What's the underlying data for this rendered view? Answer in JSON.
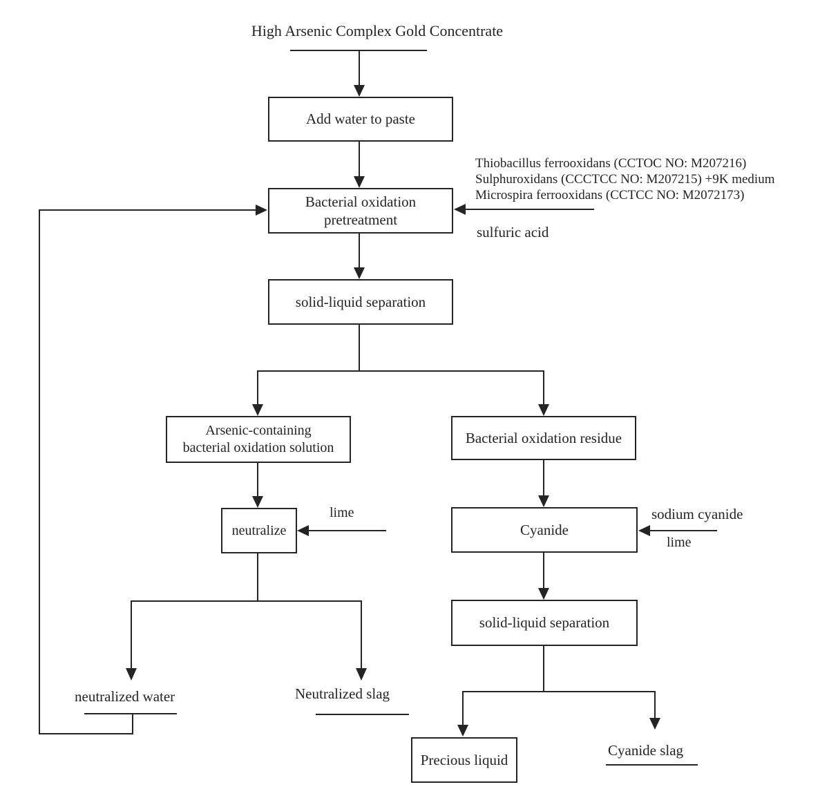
{
  "diagram": {
    "title": "High Arsenic Complex Gold Concentrate",
    "nodes": {
      "add_water": {
        "label": "Add water to paste"
      },
      "pretreatment": {
        "label": "Bacterial oxidation\npretreatment"
      },
      "separation1": {
        "label": "solid-liquid separation"
      },
      "arsenic_solution": {
        "label": "Arsenic-containing\nbacterial oxidation solution"
      },
      "oxidation_residue": {
        "label": "Bacterial oxidation residue"
      },
      "neutralize": {
        "label": "neutralize"
      },
      "cyanide": {
        "label": "Cyanide"
      },
      "separation2": {
        "label": "solid-liquid separation"
      },
      "precious_liquid": {
        "label": "Precious liquid"
      }
    },
    "inputs": {
      "bacteria_lines": [
        "Thiobacillus ferrooxidans (CCTOC NO: M207216)",
        "Sulphuroxidans (CCCTCC NO: M207215) +9K medium",
        "Microspira ferrooxidans (CCTCC NO: M2072173)"
      ],
      "sulfuric_acid": "sulfuric acid",
      "lime_left": "lime",
      "sodium_cyanide": "sodium cyanide",
      "lime_right": "lime"
    },
    "outputs": {
      "neutralized_water": "neutralized water",
      "neutralized_slag": "Neutralized slag",
      "cyanide_slag": "Cyanide slag"
    },
    "colors": {
      "line": "#242424",
      "text": "#242424",
      "background": "#ffffff"
    }
  }
}
